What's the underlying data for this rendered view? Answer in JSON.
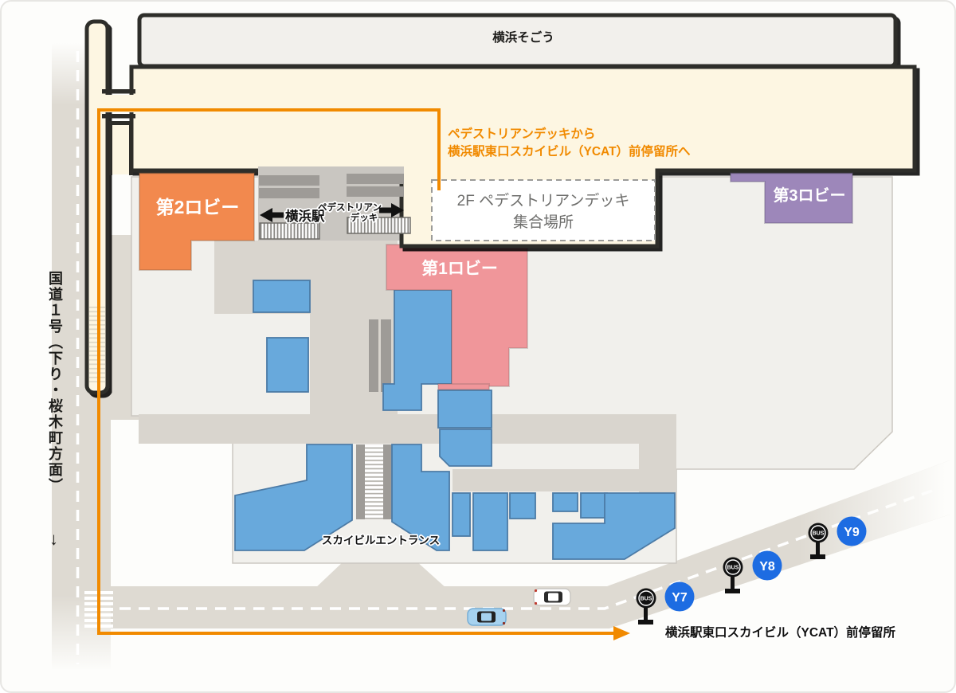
{
  "map": {
    "sogo_label": "横浜そごう",
    "route_note_lines": [
      "ペデストリアンデッキから",
      "横浜駅東口スカイビル（YCAT）前停留所へ"
    ],
    "meeting_lines": [
      "2F ペデストリアンデッキ",
      "集合場所"
    ],
    "lobbies": [
      {
        "id": "lobby1",
        "label": "第1ロビー"
      },
      {
        "id": "lobby2",
        "label": "第2ロビー"
      },
      {
        "id": "lobby3",
        "label": "第3ロビー"
      }
    ],
    "walkway": {
      "station_label": "横浜駅",
      "deck_label_lines": [
        "ペデストリアン",
        "デッキ"
      ]
    },
    "entrance_label": "スカイビルエントランス",
    "bus_stop_area_label": "横浜駅東口スカイビル（YCAT）前停留所",
    "bus_sign_label": "BUS",
    "stops": [
      {
        "id": "Y7"
      },
      {
        "id": "Y8"
      },
      {
        "id": "Y9"
      }
    ],
    "left_road": {
      "name": "国道１号（下り・桜木町方面）",
      "arrow": "↓"
    }
  },
  "colors": {
    "orange": "#f18a00",
    "cream": "#fdf6e2",
    "sogo_gray": "#f2f0ec",
    "building": "#f1f0ec",
    "building_edge": "#ccc8c1",
    "corridor": "#d9d5ce",
    "walkway": "#c9c6c1",
    "road": "#dedad2",
    "dark_band": "#9e9b97",
    "map_blue": "#68a9dc",
    "map_blue_stroke": "#4c7ba6",
    "lobby1_pink": "#f0969a",
    "lobby2_orange": "#f2894e",
    "lobby3_purple": "#9d87ba",
    "stop_blue": "#1d6ce2",
    "ink": "#2e2d29"
  }
}
